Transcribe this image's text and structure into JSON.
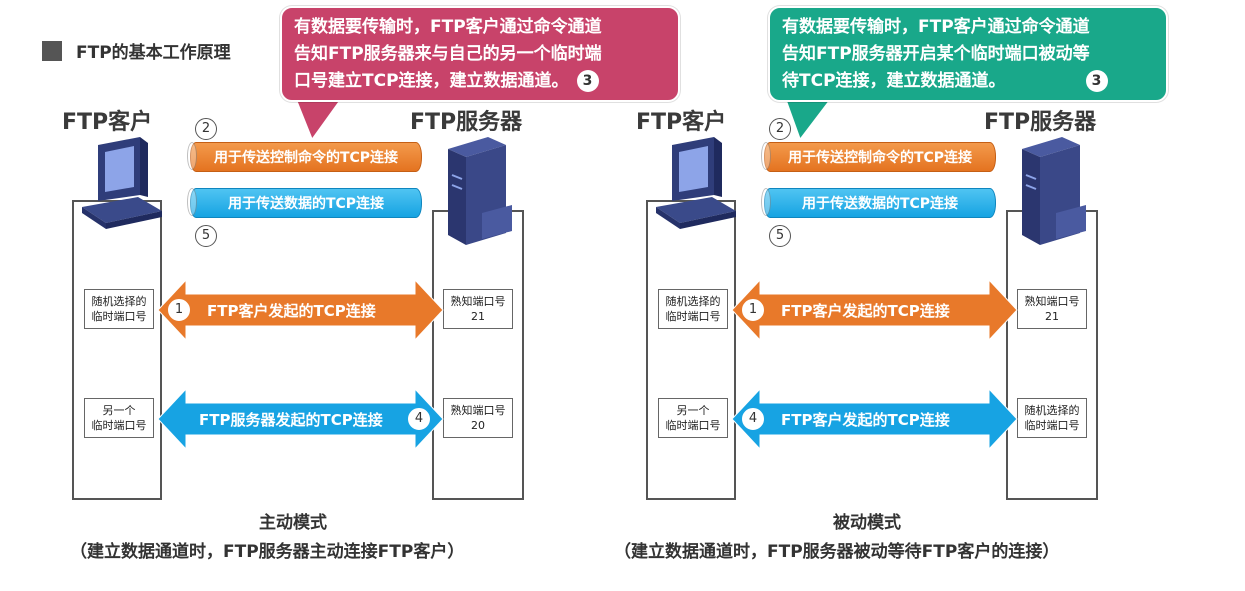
{
  "page_title": "FTP的基本工作原理",
  "client_label": "FTP客户",
  "server_label": "FTP服务器",
  "active": {
    "callout": [
      "有数据要传输时，FTP客户通过命令通道",
      "告知FTP服务器来与自己的另一个临时端",
      "口号建立TCP连接，建立数据通道。"
    ],
    "callout_num": "3",
    "control_conn": "用于传送控制命令的TCP连接",
    "control_num": "2",
    "data_conn": "用于传送数据的TCP连接",
    "data_num": "5",
    "conn1": "FTP客户发起的TCP连接",
    "conn1_num": "1",
    "conn4": "FTP服务器发起的TCP连接",
    "conn4_num": "4",
    "client_port1": "随机选择的\n临时端口号",
    "server_port1": "熟知端口号\n21",
    "client_port2": "另一个\n临时端口号",
    "server_port2": "熟知端口号\n20",
    "mode": "主动模式",
    "mode_desc": "（建立数据通道时，FTP服务器主动连接FTP客户）"
  },
  "passive": {
    "callout": [
      "有数据要传输时，FTP客户通过命令通道",
      "告知FTP服务器开启某个临时端口被动等",
      "待TCP连接，建立数据通道。"
    ],
    "callout_num": "3",
    "control_conn": "用于传送控制命令的TCP连接",
    "control_num": "2",
    "data_conn": "用于传送数据的TCP连接",
    "data_num": "5",
    "conn1": "FTP客户发起的TCP连接",
    "conn1_num": "1",
    "conn4": "FTP客户发起的TCP连接",
    "conn4_num": "4",
    "client_port1": "随机选择的\n临时端口号",
    "server_port1": "熟知端口号\n21",
    "client_port2": "另一个\n临时端口号",
    "server_port2": "随机选择的\n临时端口号",
    "mode": "被动模式",
    "mode_desc": "（建立数据通道时，FTP服务器被动等待FTP客户的连接）"
  },
  "colors": {
    "orange": "#e8792a",
    "blue": "#17a3e3",
    "pink": "#c8436a",
    "green": "#19a88a"
  }
}
